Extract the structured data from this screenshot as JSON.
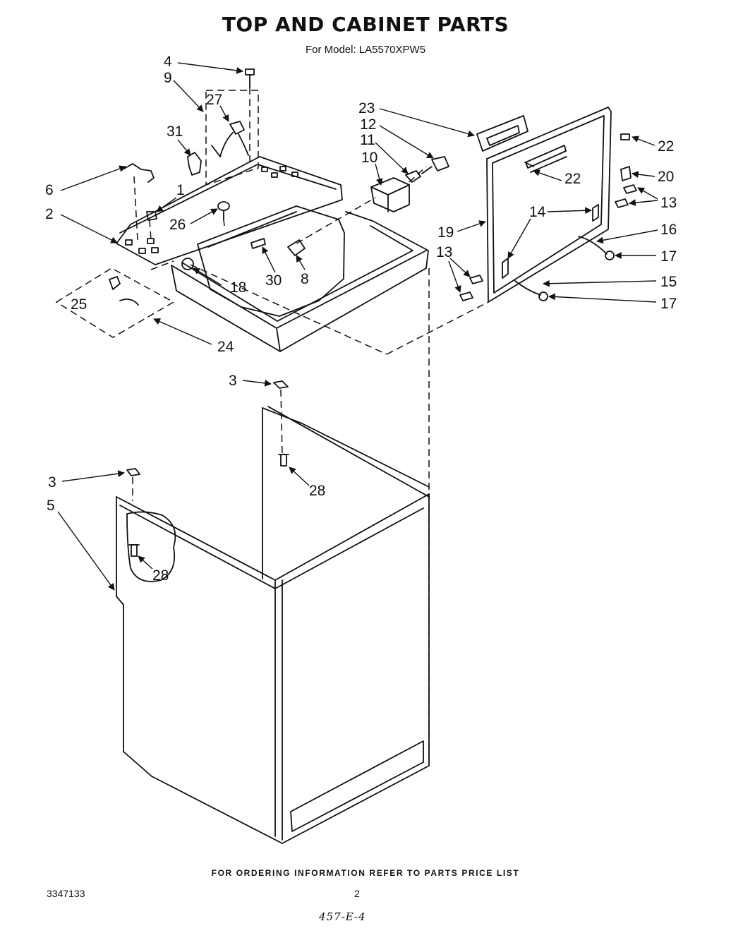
{
  "title": "TOP AND CABINET PARTS",
  "subtitle": "For Model: LA5570XPW5",
  "footer_note": "FOR ORDERING INFORMATION REFER TO PARTS PRICE LIST",
  "document_number": "3347133",
  "page_number": "2",
  "handwritten_note": "457-E-4",
  "callouts": [
    {
      "id": "c4",
      "label": "4"
    },
    {
      "id": "c9",
      "label": "9"
    },
    {
      "id": "c27",
      "label": "27"
    },
    {
      "id": "c31",
      "label": "31"
    },
    {
      "id": "c6",
      "label": "6"
    },
    {
      "id": "c1",
      "label": "1"
    },
    {
      "id": "c2",
      "label": "2"
    },
    {
      "id": "c26",
      "label": "26"
    },
    {
      "id": "c25",
      "label": "25"
    },
    {
      "id": "c18",
      "label": "18"
    },
    {
      "id": "c30",
      "label": "30"
    },
    {
      "id": "c8",
      "label": "8"
    },
    {
      "id": "c24",
      "label": "24"
    },
    {
      "id": "c23",
      "label": "23"
    },
    {
      "id": "c12",
      "label": "12"
    },
    {
      "id": "c11",
      "label": "11"
    },
    {
      "id": "c10",
      "label": "10"
    },
    {
      "id": "c22a",
      "label": "22"
    },
    {
      "id": "c22b",
      "label": "22"
    },
    {
      "id": "c20",
      "label": "20"
    },
    {
      "id": "c13a",
      "label": "13"
    },
    {
      "id": "c14",
      "label": "14"
    },
    {
      "id": "c16",
      "label": "16"
    },
    {
      "id": "c19",
      "label": "19"
    },
    {
      "id": "c17a",
      "label": "17"
    },
    {
      "id": "c13b",
      "label": "13"
    },
    {
      "id": "c15",
      "label": "15"
    },
    {
      "id": "c17b",
      "label": "17"
    },
    {
      "id": "c3a",
      "label": "3"
    },
    {
      "id": "c28a",
      "label": "28"
    },
    {
      "id": "c3b",
      "label": "3"
    },
    {
      "id": "c5",
      "label": "5"
    },
    {
      "id": "c28b",
      "label": "28"
    }
  ]
}
